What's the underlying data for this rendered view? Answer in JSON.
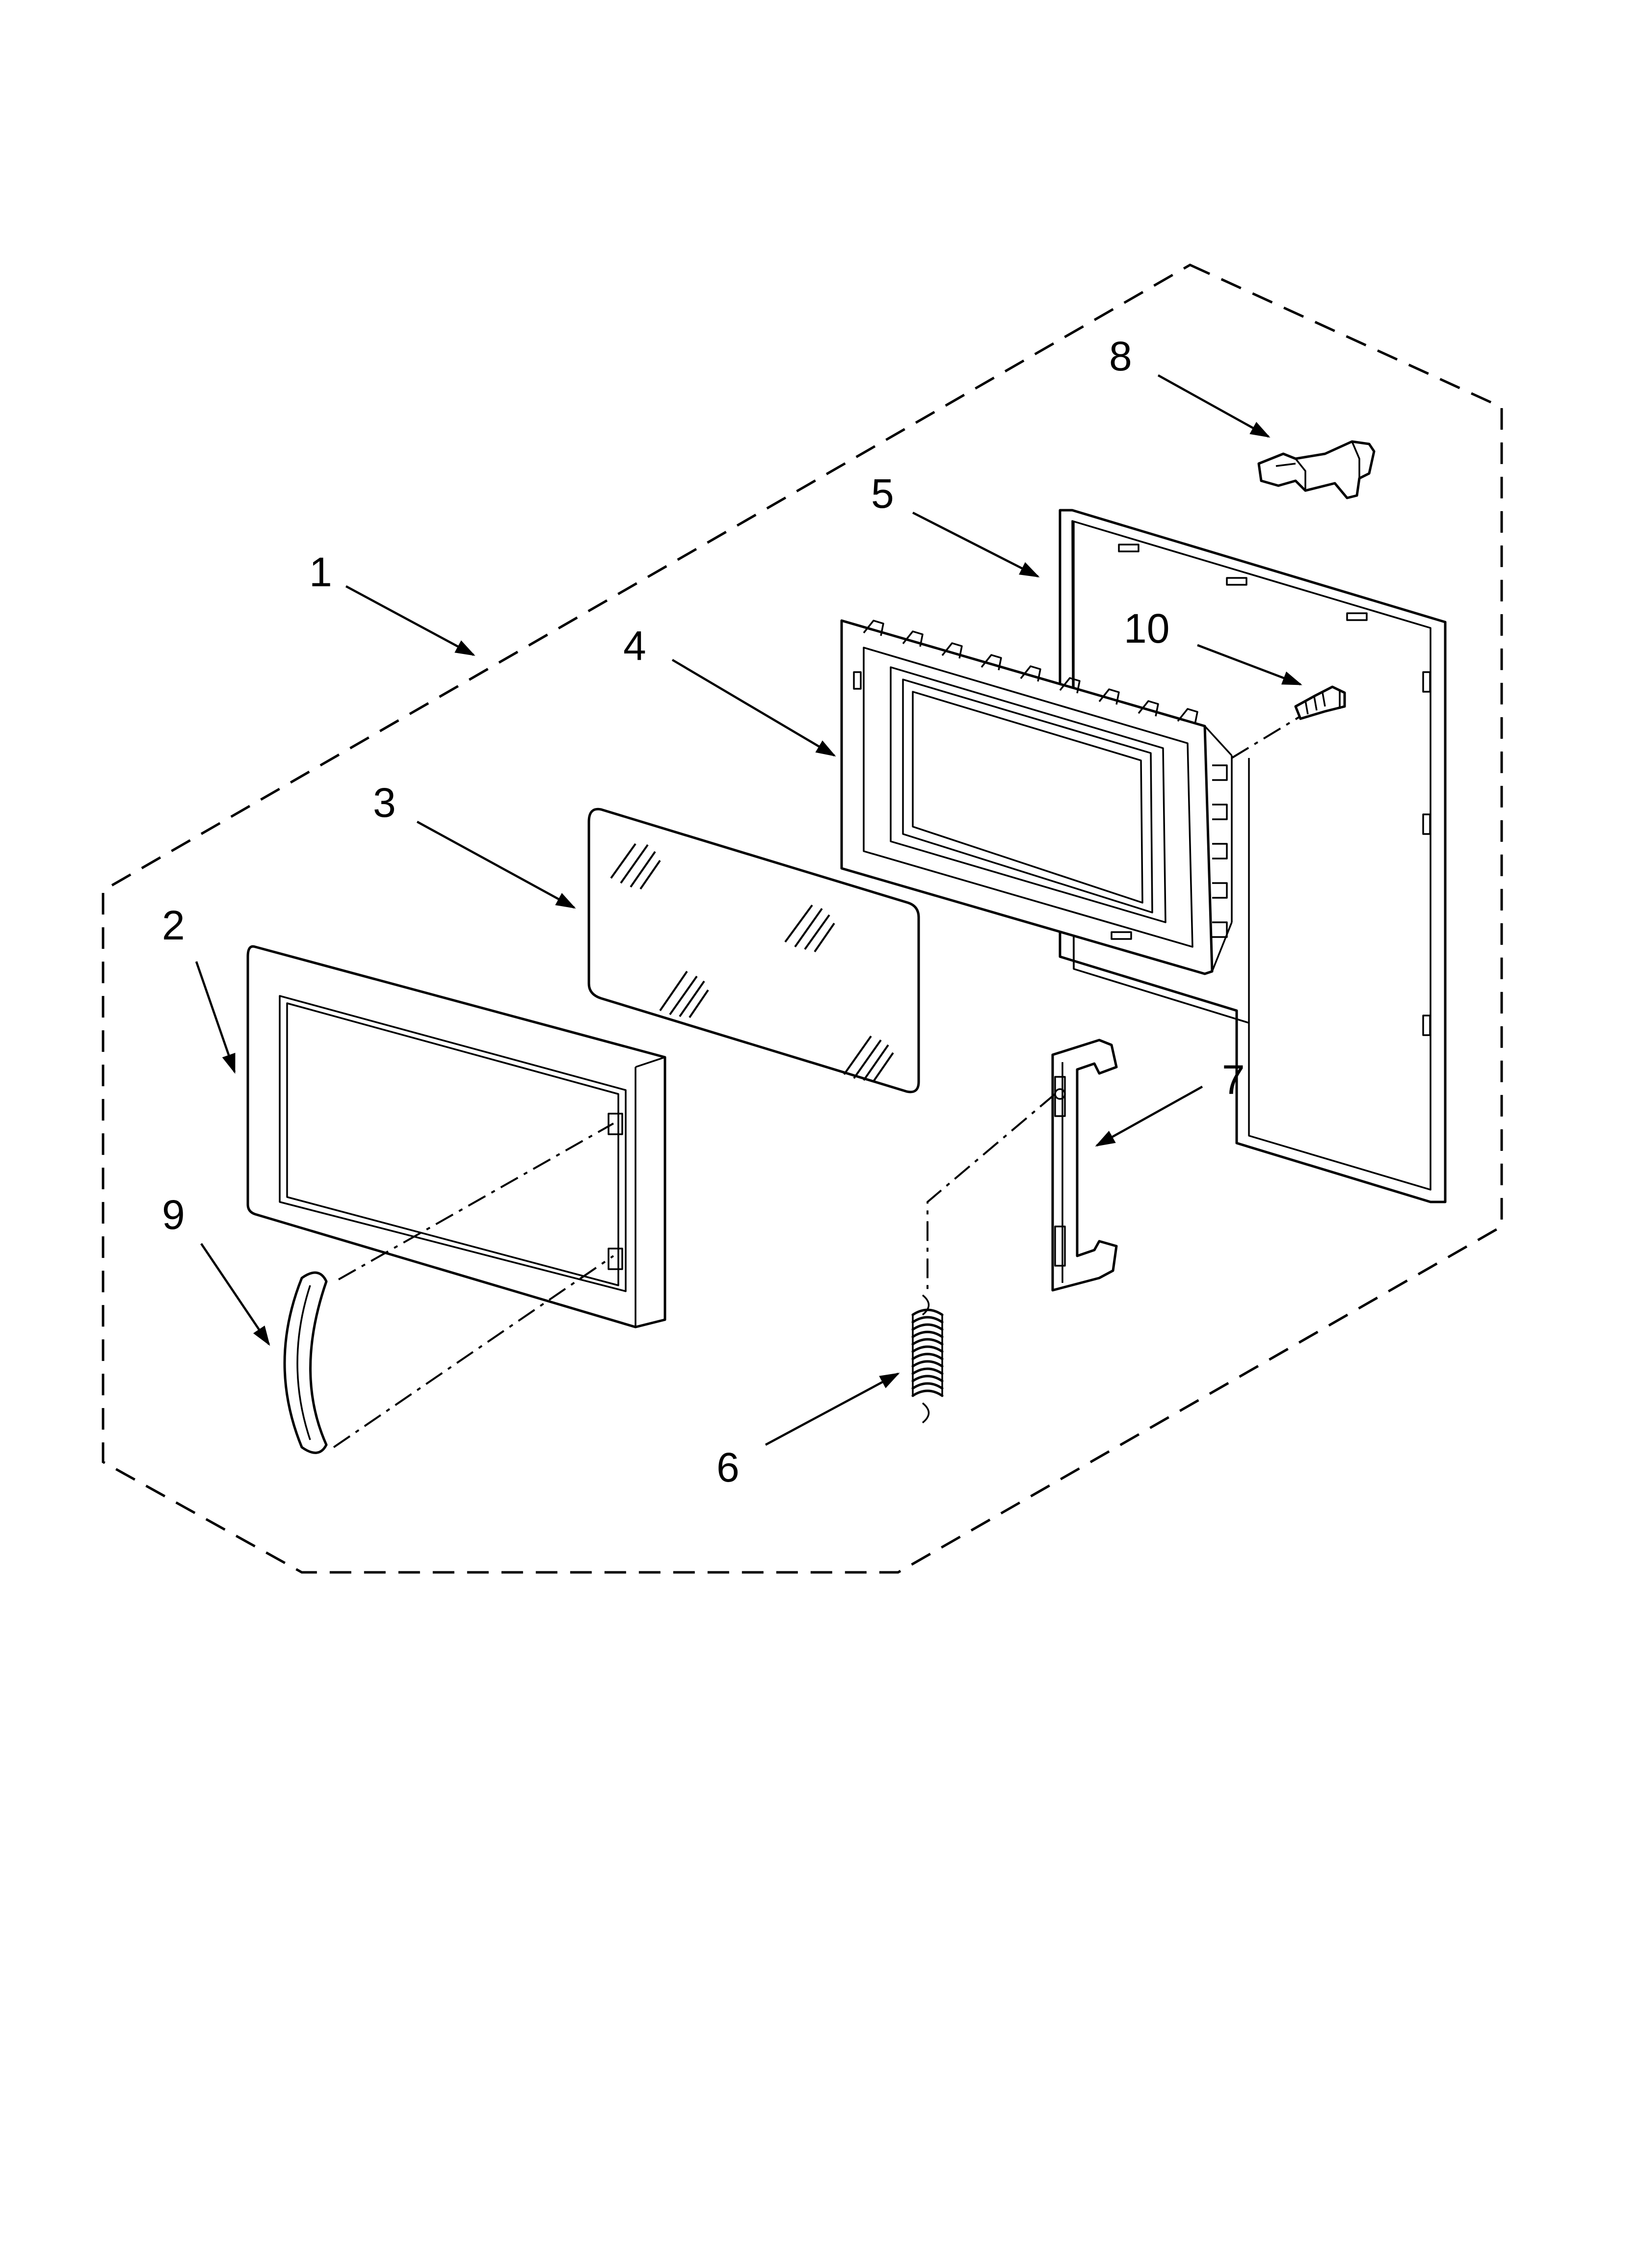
{
  "diagram": {
    "type": "exploded-parts-view",
    "callouts": [
      {
        "id": "1",
        "label": "1"
      },
      {
        "id": "2",
        "label": "2"
      },
      {
        "id": "3",
        "label": "3"
      },
      {
        "id": "4",
        "label": "4"
      },
      {
        "id": "5",
        "label": "5"
      },
      {
        "id": "6",
        "label": "6"
      },
      {
        "id": "7",
        "label": "7"
      },
      {
        "id": "8",
        "label": "8"
      },
      {
        "id": "9",
        "label": "9"
      },
      {
        "id": "10",
        "label": "10"
      }
    ]
  }
}
